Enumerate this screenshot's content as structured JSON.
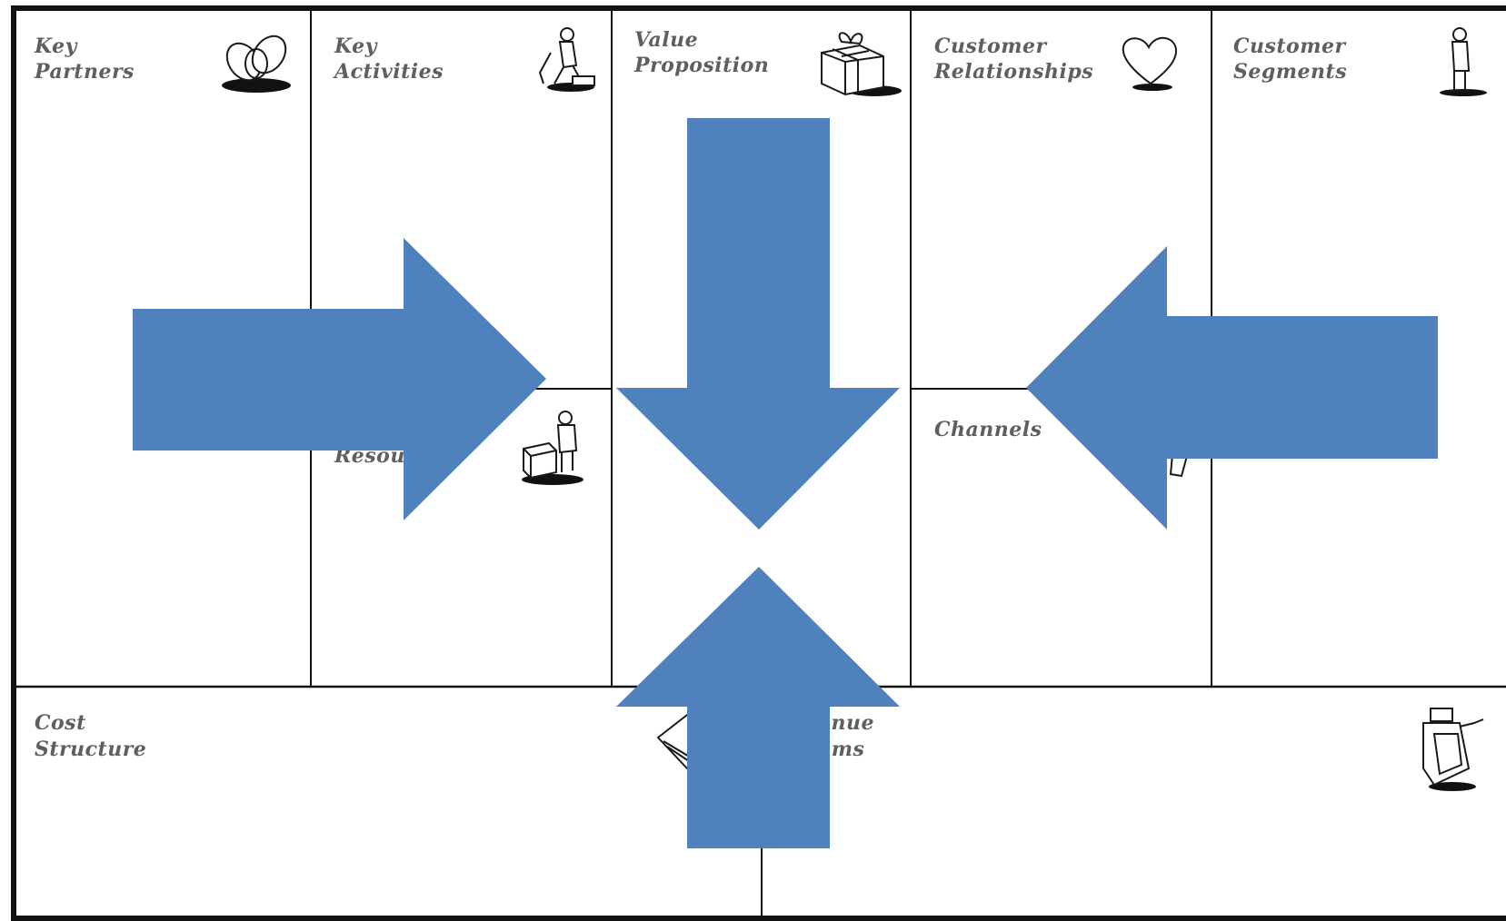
{
  "canvas": {
    "blocks": {
      "key_partners": {
        "line1": "Key",
        "line2": "Partners"
      },
      "key_activities": {
        "line1": "Key",
        "line2": "Activities"
      },
      "value_proposition": {
        "line1": "Value",
        "line2": "Proposition"
      },
      "customer_relationships": {
        "line1": "Customer",
        "line2": "Relationships"
      },
      "customer_segments": {
        "line1": "Customer",
        "line2": "Segments"
      },
      "key_resources": {
        "line1": "Resou"
      },
      "channels": {
        "line1": "Channels"
      },
      "cost_structure": {
        "line1": "Cost",
        "line2": "Structure"
      },
      "revenue_streams": {
        "line1": "enue",
        "line2": "ams"
      }
    },
    "icons": {
      "key_partners": "chain-links-icon",
      "key_activities": "worker-icon",
      "value_proposition": "gift-box-icon",
      "customer_relationships": "heart-icon",
      "customer_segments": "standing-person-icon",
      "key_resources": "person-with-crate-icon",
      "channels": "delivery-icon",
      "cost_structure": "price-tag-icon",
      "revenue_streams": "cash-register-icon"
    }
  },
  "arrows": [
    {
      "name": "arrow-right",
      "direction": "right"
    },
    {
      "name": "arrow-down",
      "direction": "down"
    },
    {
      "name": "arrow-left",
      "direction": "left"
    },
    {
      "name": "arrow-up",
      "direction": "up"
    }
  ],
  "colors": {
    "arrow": "#4f81bd",
    "lines": "#111111",
    "label": "#5f5f5f"
  }
}
